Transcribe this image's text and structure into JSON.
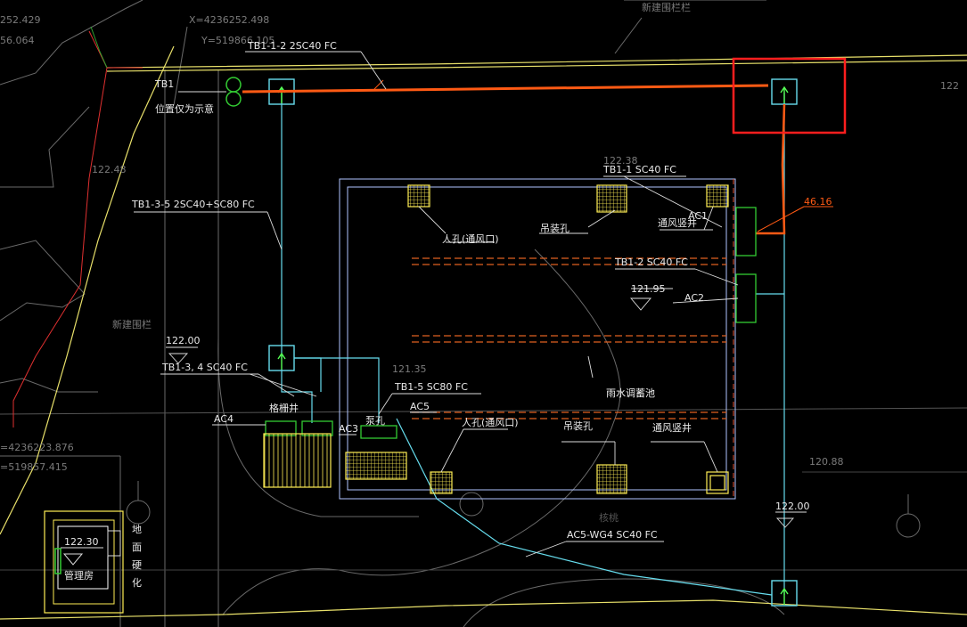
{
  "drawing": {
    "coord_top": {
      "x_label": "X=4236252.498",
      "y_label": "Y=519866.105"
    },
    "coord_left_top": [
      "252.429",
      "56.064"
    ],
    "coord_left_bottom": [
      "=4236223.876",
      "=519857.415"
    ],
    "fence_new_top": "新建围栏栏",
    "fence_new_left": "新建围栏",
    "tb1_label": "TB1",
    "tb1_note": "位置仅为示意",
    "cables": {
      "tb1_1_2": "TB1-1-2  2SC40  FC",
      "tb1_3_5": "TB1-3-5  2SC40+SC80  FC",
      "tb1_1": "TB1-1  SC40  FC",
      "tb1_2": "TB1-2  SC40  FC",
      "tb1_3_4": "TB1-3, 4 SC40 FC",
      "tb1_5": "TB1-5  SC80  FC",
      "ac5_wg4": "AC5-WG4 SC40 FC"
    },
    "elevations": {
      "e122_48": "122.48",
      "e122_38": "122.38",
      "e121_95": "121.95",
      "e122_00_left": "122.00",
      "e121_35": "121.35",
      "e120_88": "120.88",
      "e122_00_bottom": "122.00",
      "e122_30": "122.30",
      "e122_right": "122"
    },
    "red_tag": "46.16",
    "panels": {
      "ac1": "AC1",
      "ac2": "AC2",
      "ac3": "AC3",
      "ac4": "AC4",
      "ac5": "AC5"
    },
    "notes": {
      "manhole_top": "人孔(通风口)",
      "hoist_hole_top": "吊装孔",
      "vent_well_top": "通风竖井",
      "manhole_bottom": "人孔(通风口)",
      "hoist_hole_bottom": "吊装孔",
      "vent_well_bottom": "通风竖井",
      "well_valve": "格栅井",
      "pump_hole": "泵孔"
    },
    "tank_name": "雨水调蓄池",
    "tree_label": "核桃",
    "ground_hard": [
      "地",
      "面",
      "硬",
      "化"
    ],
    "office_label": "管理房",
    "colors": {
      "background": "#000000",
      "cable_orange": "#ff5a14",
      "highlight_red": "#ff1e1e",
      "conduit_cyan": "#66ddee",
      "equipment_yellow": "#ffee55",
      "panel_green": "#33cc33",
      "road_yellow": "#e8e06a",
      "outline_gray": "#6a6a6a",
      "tank_blue": "#b0c4ff"
    }
  }
}
